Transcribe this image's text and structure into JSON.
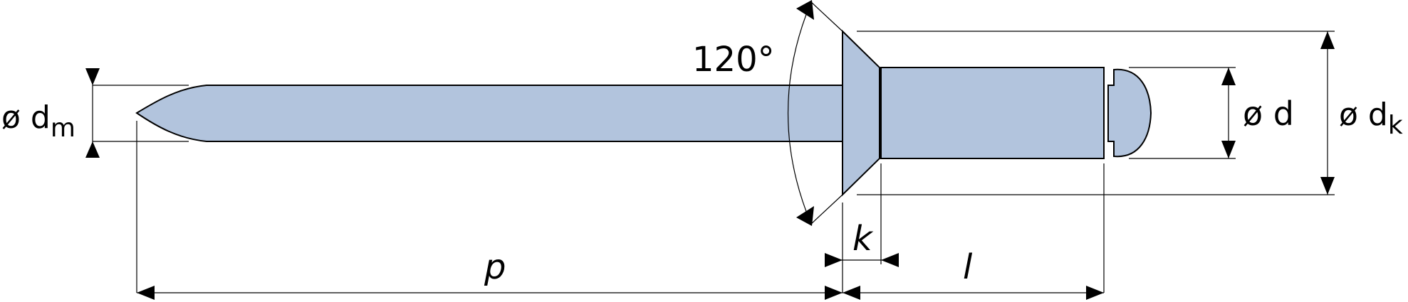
{
  "colors": {
    "fill": "#b2c4dd",
    "outline": "#000000",
    "background": "#ffffff"
  },
  "labels": {
    "mandrel_diameter": "ø d",
    "mandrel_diameter_sub": "m",
    "angle": "120°",
    "shank_diameter": "ø d",
    "head_diameter": "ø d",
    "head_diameter_sub": "k",
    "mandrel_length": "p",
    "head_height": "k",
    "shank_length": "l"
  }
}
